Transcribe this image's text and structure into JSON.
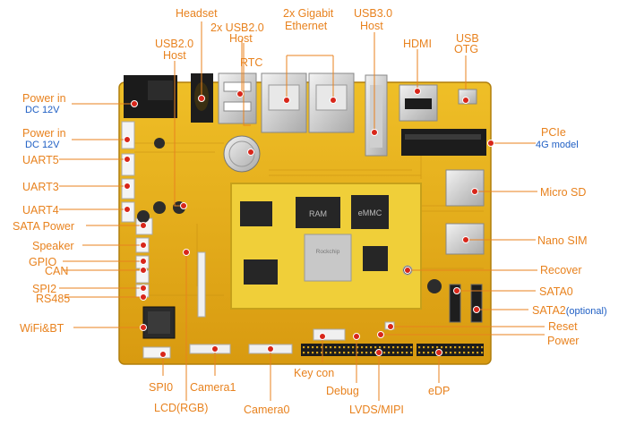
{
  "labels": {
    "headset": "Headset",
    "usb2_host_top_line1": "2x USB2.0",
    "usb2_host_top_line2": "Host",
    "gigabit_line1": "2x Gigabit",
    "gigabit_line2": "Ethernet",
    "usb3_line1": "USB3.0",
    "usb3_line2": "Host",
    "hdmi": "HDMI",
    "usb_otg_line1": "USB",
    "usb_otg_line2": "OTG",
    "usb2_host_left_line1": "USB2.0",
    "usb2_host_left_line2": "Host",
    "rtc": "RTC",
    "power_in_1": "Power in",
    "power_in_1_sub": "DC 12V",
    "power_in_2": "Power in",
    "power_in_2_sub": "DC 12V",
    "uart5": "UART5",
    "uart3": "UART3",
    "uart4": "UART4",
    "sata_power": "SATA Power",
    "speaker": "Speaker",
    "gpio": "GPIO",
    "can": "CAN",
    "spi2": "SPI2",
    "rs485": "RS485",
    "wifi_bt": "WiFi&BT",
    "pcie": "PCIe",
    "pcie_sub": "4G model",
    "micro_sd": "Micro SD",
    "nano_sim": "Nano SIM",
    "recover": "Recover",
    "sata0": "SATA0",
    "sata2": "SATA2",
    "sata2_sub": "(optional)",
    "reset": "Reset",
    "power": "Power",
    "spi0": "SPI0",
    "lcd_rgb": "LCD(RGB)",
    "camera1": "Camera1",
    "camera0": "Camera0",
    "key_con": "Key con",
    "debug": "Debug",
    "lvds_mipi": "LVDS/MIPI",
    "edp": "eDP"
  },
  "board": {
    "ram_chip": "RAM",
    "emmc_chip": "eMMC",
    "soc_brand": "Rockchip"
  },
  "colors": {
    "label_orange": "#e8821e",
    "label_blue": "#1f5fc4",
    "pcb_yellow": "#e8b51a",
    "marker_red": "#d8261a"
  }
}
